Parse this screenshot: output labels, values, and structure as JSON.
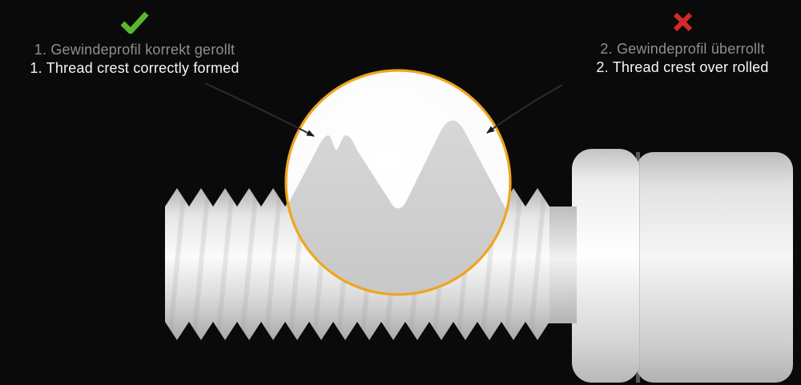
{
  "annotations": {
    "correct": {
      "icon": "check-icon",
      "label_de": "1. Gewindeprofil korrekt gerollt",
      "label_en": "1. Thread crest correctly formed"
    },
    "overrolled": {
      "icon": "cross-icon",
      "label_de": "2. Gewindeprofil überrollt",
      "label_en": "2. Thread crest over rolled"
    }
  },
  "colors": {
    "background": "#0a0a0a",
    "check_green": "#5cb72f",
    "cross_red": "#d32a26",
    "magnifier_ring": "#efa51e",
    "label_de_text": "#8f8f8f",
    "label_en_text": "#f7f7f7",
    "metal_light": "#fbfbfb",
    "metal_mid": "#d6d6d6",
    "profile_gray": "#d2d2d2"
  }
}
